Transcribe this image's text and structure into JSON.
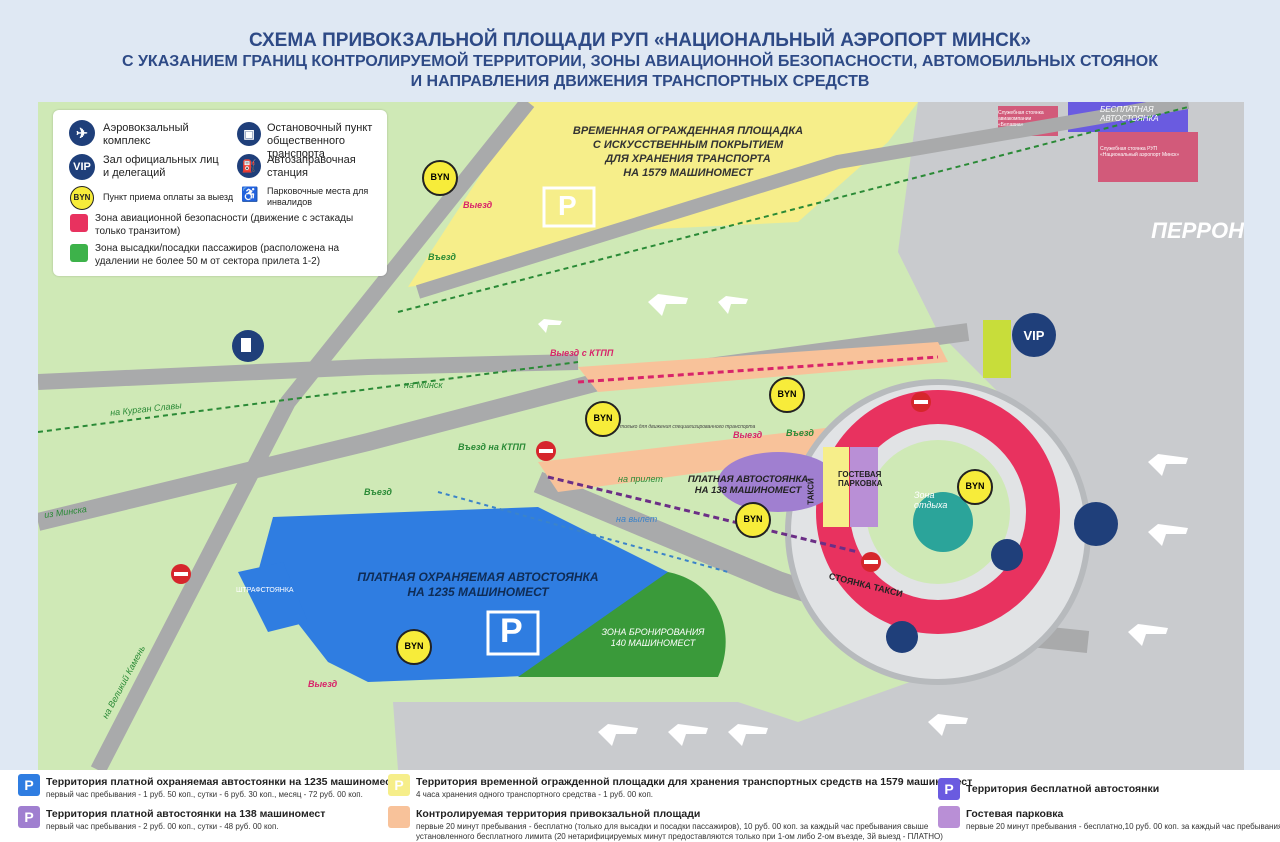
{
  "title": {
    "line1": "СХЕМА ПРИВОКЗАЛЬНОЙ ПЛОЩАДИ РУП «НАЦИОНАЛЬНЫЙ АЭРОПОРТ МИНСК»",
    "line2": "С УКАЗАНИЕМ ГРАНИЦ КОНТРОЛИРУЕМОЙ ТЕРРИТОРИИ, ЗОНЫ АВИАЦИОННОЙ БЕЗОПАСНОСТИ, АВТОМОБИЛЬНЫХ СТОЯНОК",
    "line3": "И НАПРАВЛЕНИЯ ДВИЖЕНИЯ ТРАНСПОРТНЫХ СРЕДСТВ"
  },
  "legend_top": {
    "terminal": "Аэровокзальный комплекс",
    "vip_icon": "VIP",
    "vip": "Зал официальных лиц и делегаций",
    "byn_icon": "BYN",
    "byn": "Пункт приема оплаты за выезд",
    "bus_stop": "Остановочный пункт общественного транспорта",
    "fuel": "Автозаправочная станция",
    "disabled": "Парковочные места для инвалидов",
    "security_zone": "Зона авиационной безопасности (движение с эстакады только транзитом)",
    "dropoff_zone": "Зона высадки/посадки пассажиров (расположена на удалении не более 50 м от сектора прилета 1-2)"
  },
  "map": {
    "temp_lot_title": "ВРЕМЕННАЯ ОГРАЖДЕННАЯ ПЛОЩАДКА С ИСКУССТВЕННЫМ ПОКРЫТИЕМ ДЛЯ ХРАНЕНИЯ ТРАНСПОРТА НА 1579 МАШИНОМЕСТ",
    "temp_lot_line1": "ВРЕМЕННАЯ ОГРАЖДЕННАЯ ПЛОЩАДКА",
    "temp_lot_line2": "С ИСКУССТВЕННЫМ ПОКРЫТИЕМ",
    "temp_lot_line3": "ДЛЯ ХРАНЕНИЯ ТРАНСПОРТА",
    "temp_lot_line4": "НА 1579 МАШИНОМЕСТ",
    "parking_p": "P",
    "main_lot_line1": "ПЛАТНАЯ ОХРАНЯЕМАЯ АВТОСТОЯНКА",
    "main_lot_line2": "НА 1235 МАШИНОМЕСТ",
    "booking_line1": "ЗОНА БРОНИРОВАНИЯ",
    "booking_line2": "140 МАШИНОМЕСТ",
    "penalty_lot": "ШТРАФСТОЯНКА",
    "lot138_line1": "ПЛАТНАЯ АВТОСТОЯНКА",
    "lot138_line2": "НА 138 МАШИНОМЕСТ",
    "taxi": "ТАКСИ",
    "guest_parking": "ГОСТЕВАЯ ПАРКОВКА",
    "taxi_stand": "СТОЯНКА ТАКСИ",
    "rest_zone": "Зона отдыха",
    "apron": "ПЕРРОН",
    "free_lot_line1": "БЕСПЛАТНАЯ",
    "free_lot_line2": "АВТОСТОЯНКА",
    "belavia_lot": "Служебная стоянка авиакомпании «Белавиа»",
    "airport_lot": "Служебная стоянка РУП «Национальный аэропорт Минск»",
    "byn": "BYN",
    "vip": "VIP",
    "exit": "Выезд",
    "entry": "Въезд",
    "exit_kpp": "Выезд с КТПП",
    "entry_kpp": "Въезд на КТПП",
    "to_minsk": "на Минск",
    "to_kurgan": "на Курган Славы",
    "from_minsk": "из Минска",
    "to_kamen": "на Великий Камень",
    "to_arrival": "на прилет",
    "to_departure": "на вылет",
    "special_only": "только для движения специализированного транспорта"
  },
  "legend_bottom": {
    "item1": {
      "icon": "P",
      "title": "Территория платной охраняемая автостоянки на 1235 машиномест",
      "desc": "первый час пребывания - 1 руб. 50 коп., сутки - 6 руб. 30 коп., месяц - 72 руб. 00 коп."
    },
    "item2": {
      "icon": "P",
      "title": "Территория платной автостоянки на 138 машиномест",
      "desc": "первый час пребывания - 2 руб. 00 коп., сутки - 48 руб. 00 коп."
    },
    "item3": {
      "icon": "P",
      "title": "Территория временной огражденной площадки для хранения транспортных средств на 1579 машиномест",
      "desc": "4 часа хранения одного транспортного средства - 1 руб. 00 коп."
    },
    "item4": {
      "icon": "",
      "title": "Контролируемая территория привокзальной площади",
      "desc1": "первые 20 минут пребывания - бесплатно (только для высадки и посадки пассажиров), 10 руб. 00 коп. за каждый час пребывания свыше",
      "desc2": "установленного бесплатного лимита (20 нетарифицируемых минут предоставляются только при 1-ом либо 2-ом въезде, 3й выезд - ПЛАТНО)"
    },
    "item5": {
      "icon": "P",
      "title": "Территория бесплатной автостоянки",
      "desc": ""
    },
    "item6": {
      "icon": "",
      "title": "Гостевая парковка",
      "desc": "первые 20 минут пребывания - бесплатно,10 руб. 00 коп. за каждый час пребывания"
    }
  },
  "colors": {
    "blue_lot": "#2f7de1",
    "purple_lot": "#a07fd0",
    "yellow_lot": "#f6ee8a",
    "controlled": "#f8c29a",
    "free_lot": "#6a5be0",
    "guest": "#b98fd6",
    "security": "#e8325f",
    "dropoff": "#3db24a",
    "navy": "#1f3f7a"
  }
}
